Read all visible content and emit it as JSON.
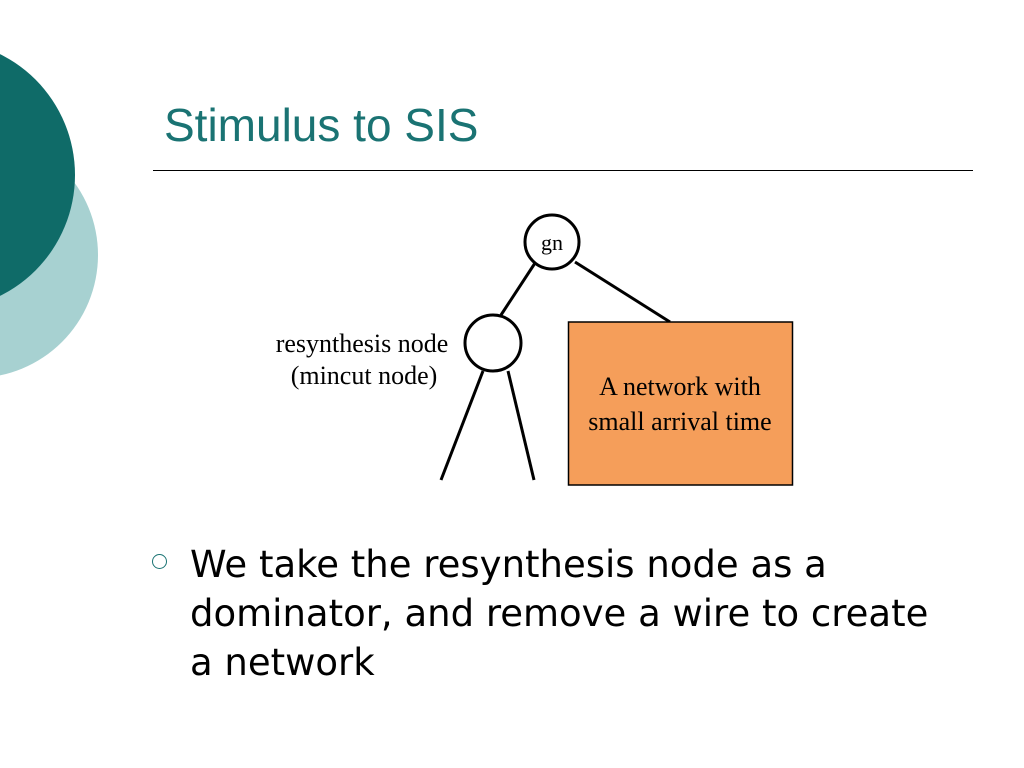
{
  "slide": {
    "title": "Stimulus to SIS",
    "accent_color": "#1a7373",
    "secondary_color": "#a7d1d1"
  },
  "diagram": {
    "root_node_label": "gn",
    "resynthesis_label_line1": "resynthesis node",
    "resynthesis_label_line2": "(mincut node)",
    "network_box_line1": "A network with",
    "network_box_line2": "small arrival time",
    "network_box_fill": "#f59e5a"
  },
  "bullets": [
    {
      "text": "We take the resynthesis node as a dominator, and remove a wire to create a network"
    }
  ]
}
